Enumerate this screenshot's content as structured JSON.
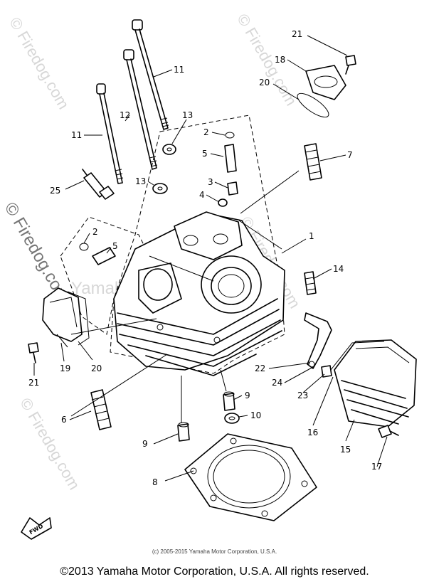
{
  "watermarks": [
    {
      "text": "© Firedog.com"
    },
    {
      "text": "© Firedog.com"
    },
    {
      "text": "© Firedog.com"
    },
    {
      "text": "© Firedog.com"
    },
    {
      "text": "© Firedog.com"
    },
    {
      "text": "Yamaha Motor Corp. U.S.A."
    }
  ],
  "callouts": [
    {
      "label": "21"
    },
    {
      "label": "18"
    },
    {
      "label": "20"
    },
    {
      "label": "11"
    },
    {
      "label": "12"
    },
    {
      "label": "13"
    },
    {
      "label": "2"
    },
    {
      "label": "5"
    },
    {
      "label": "7"
    },
    {
      "label": "11"
    },
    {
      "label": "3"
    },
    {
      "label": "4"
    },
    {
      "label": "13"
    },
    {
      "label": "25"
    },
    {
      "label": "1"
    },
    {
      "label": "2"
    },
    {
      "label": "5"
    },
    {
      "label": "14"
    },
    {
      "label": "22"
    },
    {
      "label": "24"
    },
    {
      "label": "23"
    },
    {
      "label": "21"
    },
    {
      "label": "19"
    },
    {
      "label": "20"
    },
    {
      "label": "9"
    },
    {
      "label": "10"
    },
    {
      "label": "6"
    },
    {
      "label": "16"
    },
    {
      "label": "15"
    },
    {
      "label": "17"
    },
    {
      "label": "9"
    },
    {
      "label": "8"
    }
  ],
  "fwd_label": "FWD",
  "copyright_small": "(c) 2005-2015 Yamaha Motor Corporation, U.S.A.",
  "copyright_main": "©2013 Yamaha Motor Corporation, U.S.A. All rights reserved."
}
